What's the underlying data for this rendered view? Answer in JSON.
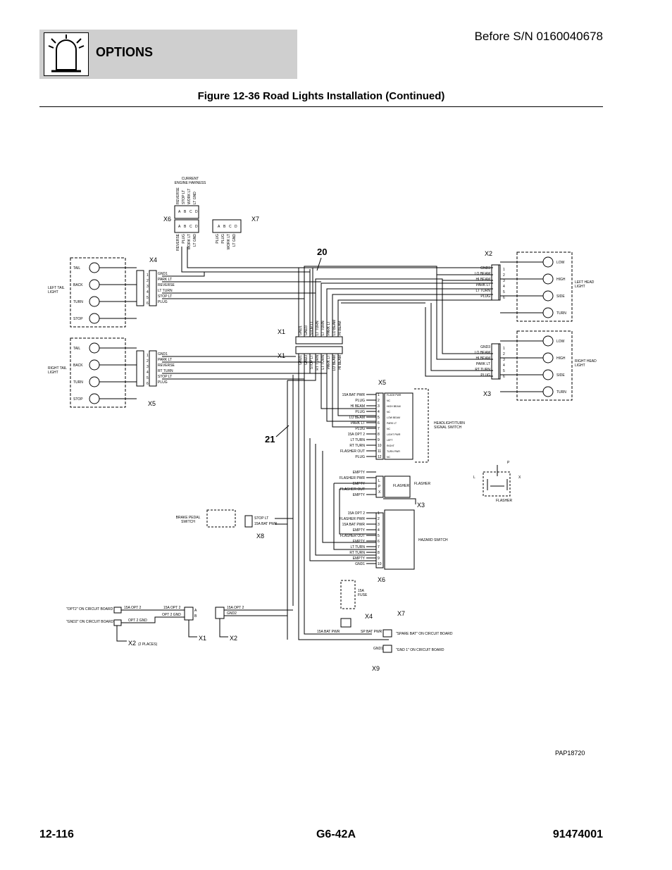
{
  "header": {
    "section_title": "OPTIONS",
    "serial_note": "Before S/N 0160040678",
    "figure_title": "Figure 12-36 Road Lights Installation (Continued)"
  },
  "footer": {
    "page_number": "12-116",
    "model": "G6-42A",
    "doc_number": "91474001"
  },
  "diagram": {
    "part_code": "PAP18720",
    "ref_20": "20",
    "ref_21": "21",
    "engine_harness": "CURRENT\nENGINE HARNESS",
    "x6_top_wires": [
      "REVERSE",
      "STOP LT",
      "WORK LT",
      "LT GND"
    ],
    "x6_bottom_wires": [
      "REVERSE",
      "PLUG",
      "WORK LT",
      "LT GND"
    ],
    "x7_wires": [
      "PLUG",
      "PLUG",
      "WORK LT",
      "LT GND"
    ],
    "abcd": [
      "A",
      "B",
      "C",
      "D"
    ],
    "left_tail": {
      "name": "LEFT TAIL LIGHT",
      "lamps": [
        "TAIL",
        "BACK",
        "TURN",
        "STOP"
      ],
      "wires": [
        "GND1",
        "PARK LT",
        "REVERSE",
        "LT TURN",
        "STOP LT",
        "PLUG"
      ]
    },
    "right_tail": {
      "name": "RIGHT TAIL LIGHT",
      "lamps": [
        "TAIL",
        "BACK",
        "TURN",
        "STOP"
      ],
      "wires": [
        "GND1",
        "PARK LT",
        "REVERSE",
        "RT TURN",
        "STOP LT",
        "PLUG"
      ]
    },
    "left_head": {
      "name": "LEFT HEAD LIGHT",
      "lamps": [
        "LOW",
        "HIGH",
        "SIDE",
        "TURN"
      ],
      "wires": [
        "GND3",
        "LO BEAM",
        "HI BEAM",
        "PARK LT",
        "LT TURN",
        "PLUG"
      ]
    },
    "right_head": {
      "name": "RIGHT HEAD LIGHT",
      "lamps": [
        "LOW",
        "HIGH",
        "SIDE",
        "TURN"
      ],
      "wires": [
        "GND3",
        "LO BEAM",
        "HI BEAM",
        "PARK LT",
        "RT TURN",
        "PLUG"
      ]
    },
    "pin_numbers_6": [
      "1",
      "2",
      "3",
      "4",
      "5",
      "6"
    ],
    "x1_top_wires": [
      "GND1",
      "GND3",
      "STOP LT",
      "LT TURN",
      "LT TURN",
      "PARK LT",
      "LO BEAM",
      "HI BEAM"
    ],
    "x1_bottom_wires": [
      "GND1",
      "GND3",
      "STOP LT",
      "RT TURN",
      "LT TURN",
      "PARK LT",
      "LO BEAM",
      "HI BEAM"
    ],
    "x5_wires": [
      "15A BAT PWR",
      "PLUG",
      "HI BEAM",
      "PLUG",
      "LO BEAM",
      "PARK LT",
      "PLUG",
      "15A OPT 2",
      "LT TURN",
      "RT TURN",
      "FLASHER OUT",
      "PLUG"
    ],
    "x5_switch_labels": [
      "FLASH PWR",
      "NC",
      "HIGH BEAM",
      "NC",
      "LOW BEAM",
      "PARK LT",
      "NC",
      "LIGHT PWR",
      "LEFT",
      "RIGHT",
      "TURN PWR",
      "NC"
    ],
    "headlight_switch": "HEADLIGHT/TURN\nSIGNAL SWITCH",
    "flasher_wires": [
      "EMPTY",
      "FLASHER PWR",
      "EMPTY",
      "FLASHER OUT",
      "EMPTY"
    ],
    "flasher_pins": [
      "L",
      "P",
      "X"
    ],
    "flasher_label": "FLASHER",
    "flasher_symbol_pins": [
      "P",
      "L",
      "X"
    ],
    "hazard_wires": [
      "15A OPT 2",
      "FLASHER PWR",
      "15A BAT PWR",
      "EMPTY",
      "FLASHER OUT",
      "EMPTY",
      "LT TURN",
      "RT TURN",
      "EMPTY",
      "GND1"
    ],
    "hazard_label": "HAZARD SWITCH",
    "brake_label": "BRAKE PEDAL\nSWITCH",
    "x8_wires": [
      "STOP LT",
      "15A BAT PWR"
    ],
    "fuse_label": "15A\nFUSE",
    "x4_wire": "15A BAT PWR",
    "x7_spare_wire": "SP BAT PWR",
    "spare_bat_label": "\"SPARE BAT\" ON CIRCUIT BOARD",
    "x9_wire": "GND1",
    "gnd1_label": "\"GND 1\" ON CIRCUIT BOARD",
    "opt2_label": "\"OPT2\" ON CIRCUIT BOARD",
    "gnd2_label": "\"GND2\" ON CIRCUIT BOARD",
    "x2_bl_wires": [
      "15A OPT 2",
      "OPT 2 GND"
    ],
    "x1_bl_wires": [
      "15A OPT 2",
      "OPT 2 GND"
    ],
    "x1_bl_pins": [
      "A",
      "B"
    ],
    "x2_b_wires": [
      "15A OPT 2",
      "GND2"
    ],
    "two_places": "(2 PLACES)",
    "callouts": {
      "x1": "X1",
      "x2": "X2",
      "x3": "X3",
      "x4": "X4",
      "x5": "X5",
      "x6": "X6",
      "x7": "X7",
      "x8": "X8",
      "x9": "X9"
    }
  }
}
